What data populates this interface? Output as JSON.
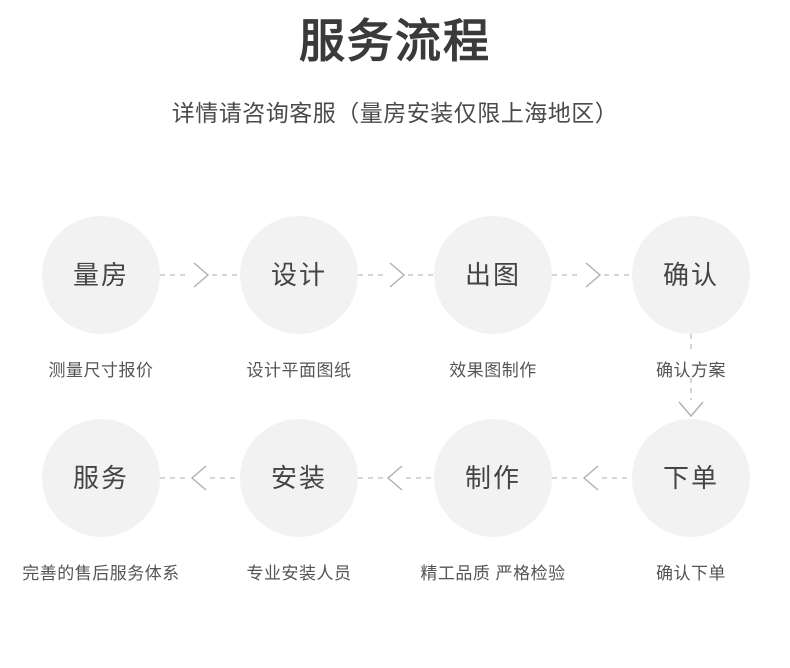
{
  "header": {
    "title": "服务流程",
    "subtitle": "详情请咨询客服（量房安装仅限上海地区）"
  },
  "colors": {
    "background": "#ffffff",
    "circle_fill": "#f2f2f2",
    "title_text": "#3a3a3a",
    "node_text": "#444444",
    "caption_text": "#555555",
    "connector": "#bdbdbd"
  },
  "flow": {
    "row1": [
      {
        "step": 1,
        "title": "量房",
        "caption": "测量尺寸报价"
      },
      {
        "step": 2,
        "title": "设计",
        "caption": "设计平面图纸"
      },
      {
        "step": 3,
        "title": "出图",
        "caption": "效果图制作"
      },
      {
        "step": 4,
        "title": "确认",
        "caption": "确认方案"
      }
    ],
    "row2": [
      {
        "step": 8,
        "title": "服务",
        "caption": "完善的售后服务体系"
      },
      {
        "step": 7,
        "title": "安装",
        "caption": "专业安装人员"
      },
      {
        "step": 6,
        "title": "制作",
        "caption": "精工品质 严格检验"
      },
      {
        "step": 5,
        "title": "下单",
        "caption": "确认下单"
      }
    ],
    "connectors": {
      "row1_direction": "right",
      "row2_direction": "left",
      "vertical_direction": "down",
      "style": "dashed-chevron"
    }
  }
}
